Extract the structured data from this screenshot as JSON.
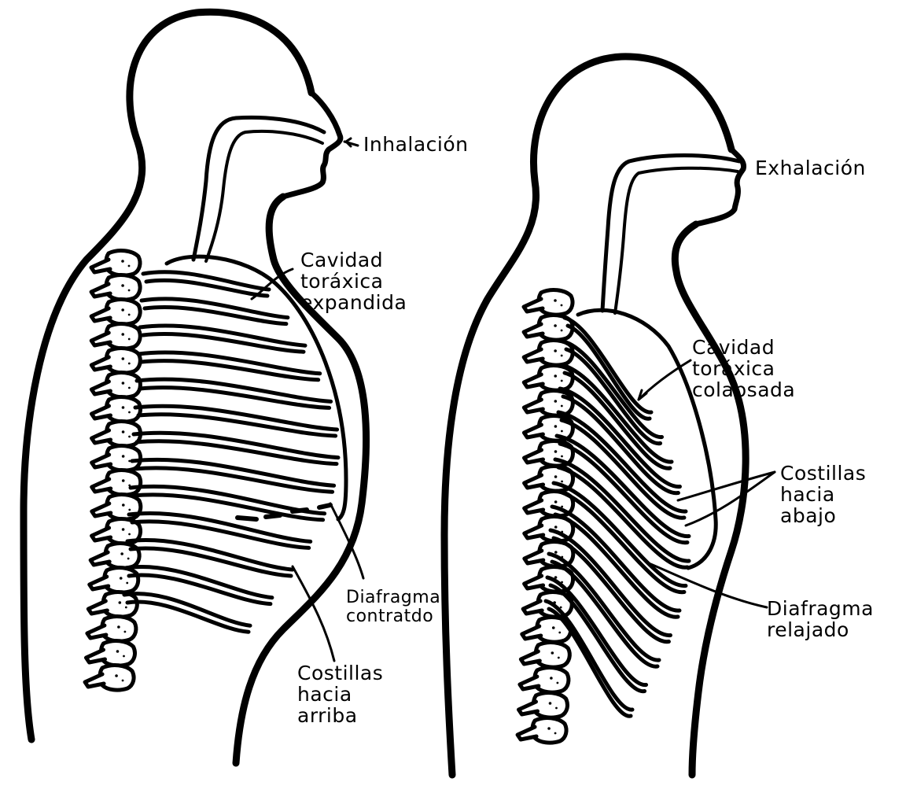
{
  "diagram": {
    "left_panel": {
      "labels": {
        "inhalation": "Inhalación",
        "cavity": "Cavidad\ntoráxica\nexpandida",
        "diaphragm": "Diafragma\ncontratdo",
        "ribs": "Costillas\nhacia\narriba"
      }
    },
    "right_panel": {
      "labels": {
        "exhalation": "Exhalación",
        "cavity": "Cavidad\ntoráxica\ncolapsada",
        "ribs": "Costillas\nhacia\nabajo",
        "diaphragm": "Diafragma\nrelajado"
      }
    }
  },
  "colors": {
    "ink": "#000000",
    "paper": "#ffffff"
  }
}
